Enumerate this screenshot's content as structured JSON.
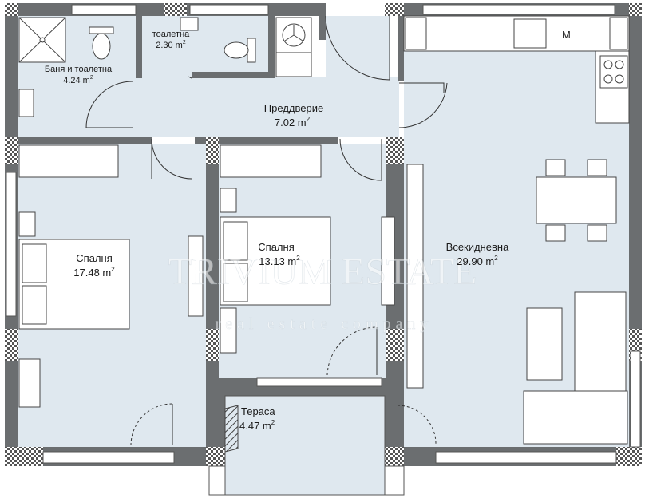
{
  "colors": {
    "floor": "#dfe8ef",
    "wall": "#6b6e70",
    "outline": "#555555",
    "furniture": "#ffffff",
    "watermark": "#ffffff"
  },
  "rooms": {
    "bath": {
      "name": "Баня и тоалетна",
      "area": "4.24 m",
      "sup": "2"
    },
    "wc": {
      "name": "тоалетна",
      "area": "2.30 m",
      "sup": "2"
    },
    "hall": {
      "name": "Преддверие",
      "area": "7.02 m",
      "sup": "2"
    },
    "bedroom1": {
      "name": "Спалня",
      "area": "17.48 m",
      "sup": "2"
    },
    "bedroom2": {
      "name": "Спалня",
      "area": "13.13 m",
      "sup": "2"
    },
    "living": {
      "name": "Всекидневна",
      "area": "29.90 m",
      "sup": "2"
    },
    "terrace": {
      "name": "Тераса",
      "area": "4.47 m",
      "sup": "2"
    }
  },
  "fixtures": {
    "washer_mark": "M"
  },
  "watermark": {
    "brand": "TRIVIUM ESTATE",
    "tagline": "real estate company"
  }
}
